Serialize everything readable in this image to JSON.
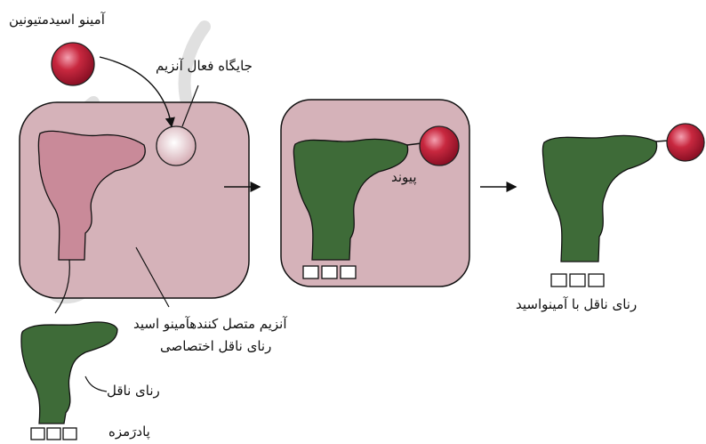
{
  "labels": {
    "amino_acid": "آمینو اسیدمتیونین",
    "active_site": "جایگاه فعال آنزیم",
    "bond": "پیوند",
    "enzyme_line1": "آنزیم متصل کنندهآمینو اسید",
    "enzyme_line2": "رنای ناقل اختصاصی",
    "trna": "رنای ناقل",
    "anticodon": "پادرَمزه",
    "charged_trna": "رنای ناقل با آمینواسید"
  },
  "colors": {
    "enzyme_fill": "#d5b2b9",
    "trna_green": "#3e6b38",
    "trna_in_enzyme": "#c98a99",
    "amino_acid_red": "#c0243c",
    "active_site_fill": "#e6c6cb",
    "watermark": "#d6d6d6"
  }
}
